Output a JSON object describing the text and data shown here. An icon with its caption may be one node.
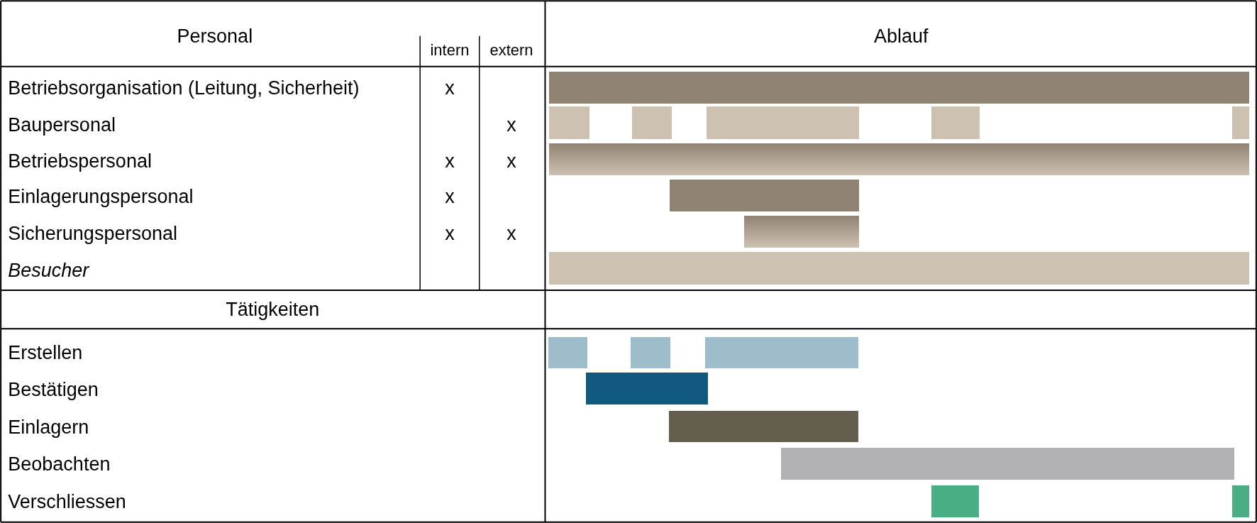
{
  "diagram": {
    "nodes": [
      {
        "text": [],
        "shape": "bar"
      },
      {
        "text": [],
        "shape": "bar"
      },
      {
        "text": [],
        "shape": "bar"
      },
      {
        "text": [],
        "shape": "bar"
      },
      {
        "text": [],
        "shape": "bar"
      },
      {
        "text": [],
        "shape": "bar"
      },
      {
        "text": [],
        "shape": "bar"
      },
      {
        "text": [],
        "shape": "bar"
      },
      {
        "text": [],
        "shape": "bar"
      },
      {
        "text": [],
        "shape": "bar"
      },
      {
        "text": [],
        "shape": "bar"
      },
      {
        "text": [],
        "shape": "bar"
      },
      {
        "text": [],
        "shape": "bar"
      },
      {
        "text": [],
        "shape": "bar"
      },
      {
        "text": [],
        "shape": "bar"
      },
      {
        "text": [],
        "shape": "bar"
      },
      {
        "text": [],
        "shape": "bar"
      },
      {
        "text": [],
        "shape": "bar"
      }
    ],
    "labels": [
      "Personal",
      "intern",
      "extern",
      "Ablauf",
      "Betriebsorganisation (Leitung, Sicherheit)",
      "x",
      "Baupersonal",
      "x",
      "Betriebspersonal",
      "x",
      "x",
      "Einlagerungspersonal",
      "x",
      "Sicherungspersonal",
      "x",
      "x",
      "Besucher",
      "Tätigkeiten",
      "Erstellen",
      "Bestätigen",
      "Einlagern",
      "Beobachten",
      "Verschliessen"
    ]
  }
}
